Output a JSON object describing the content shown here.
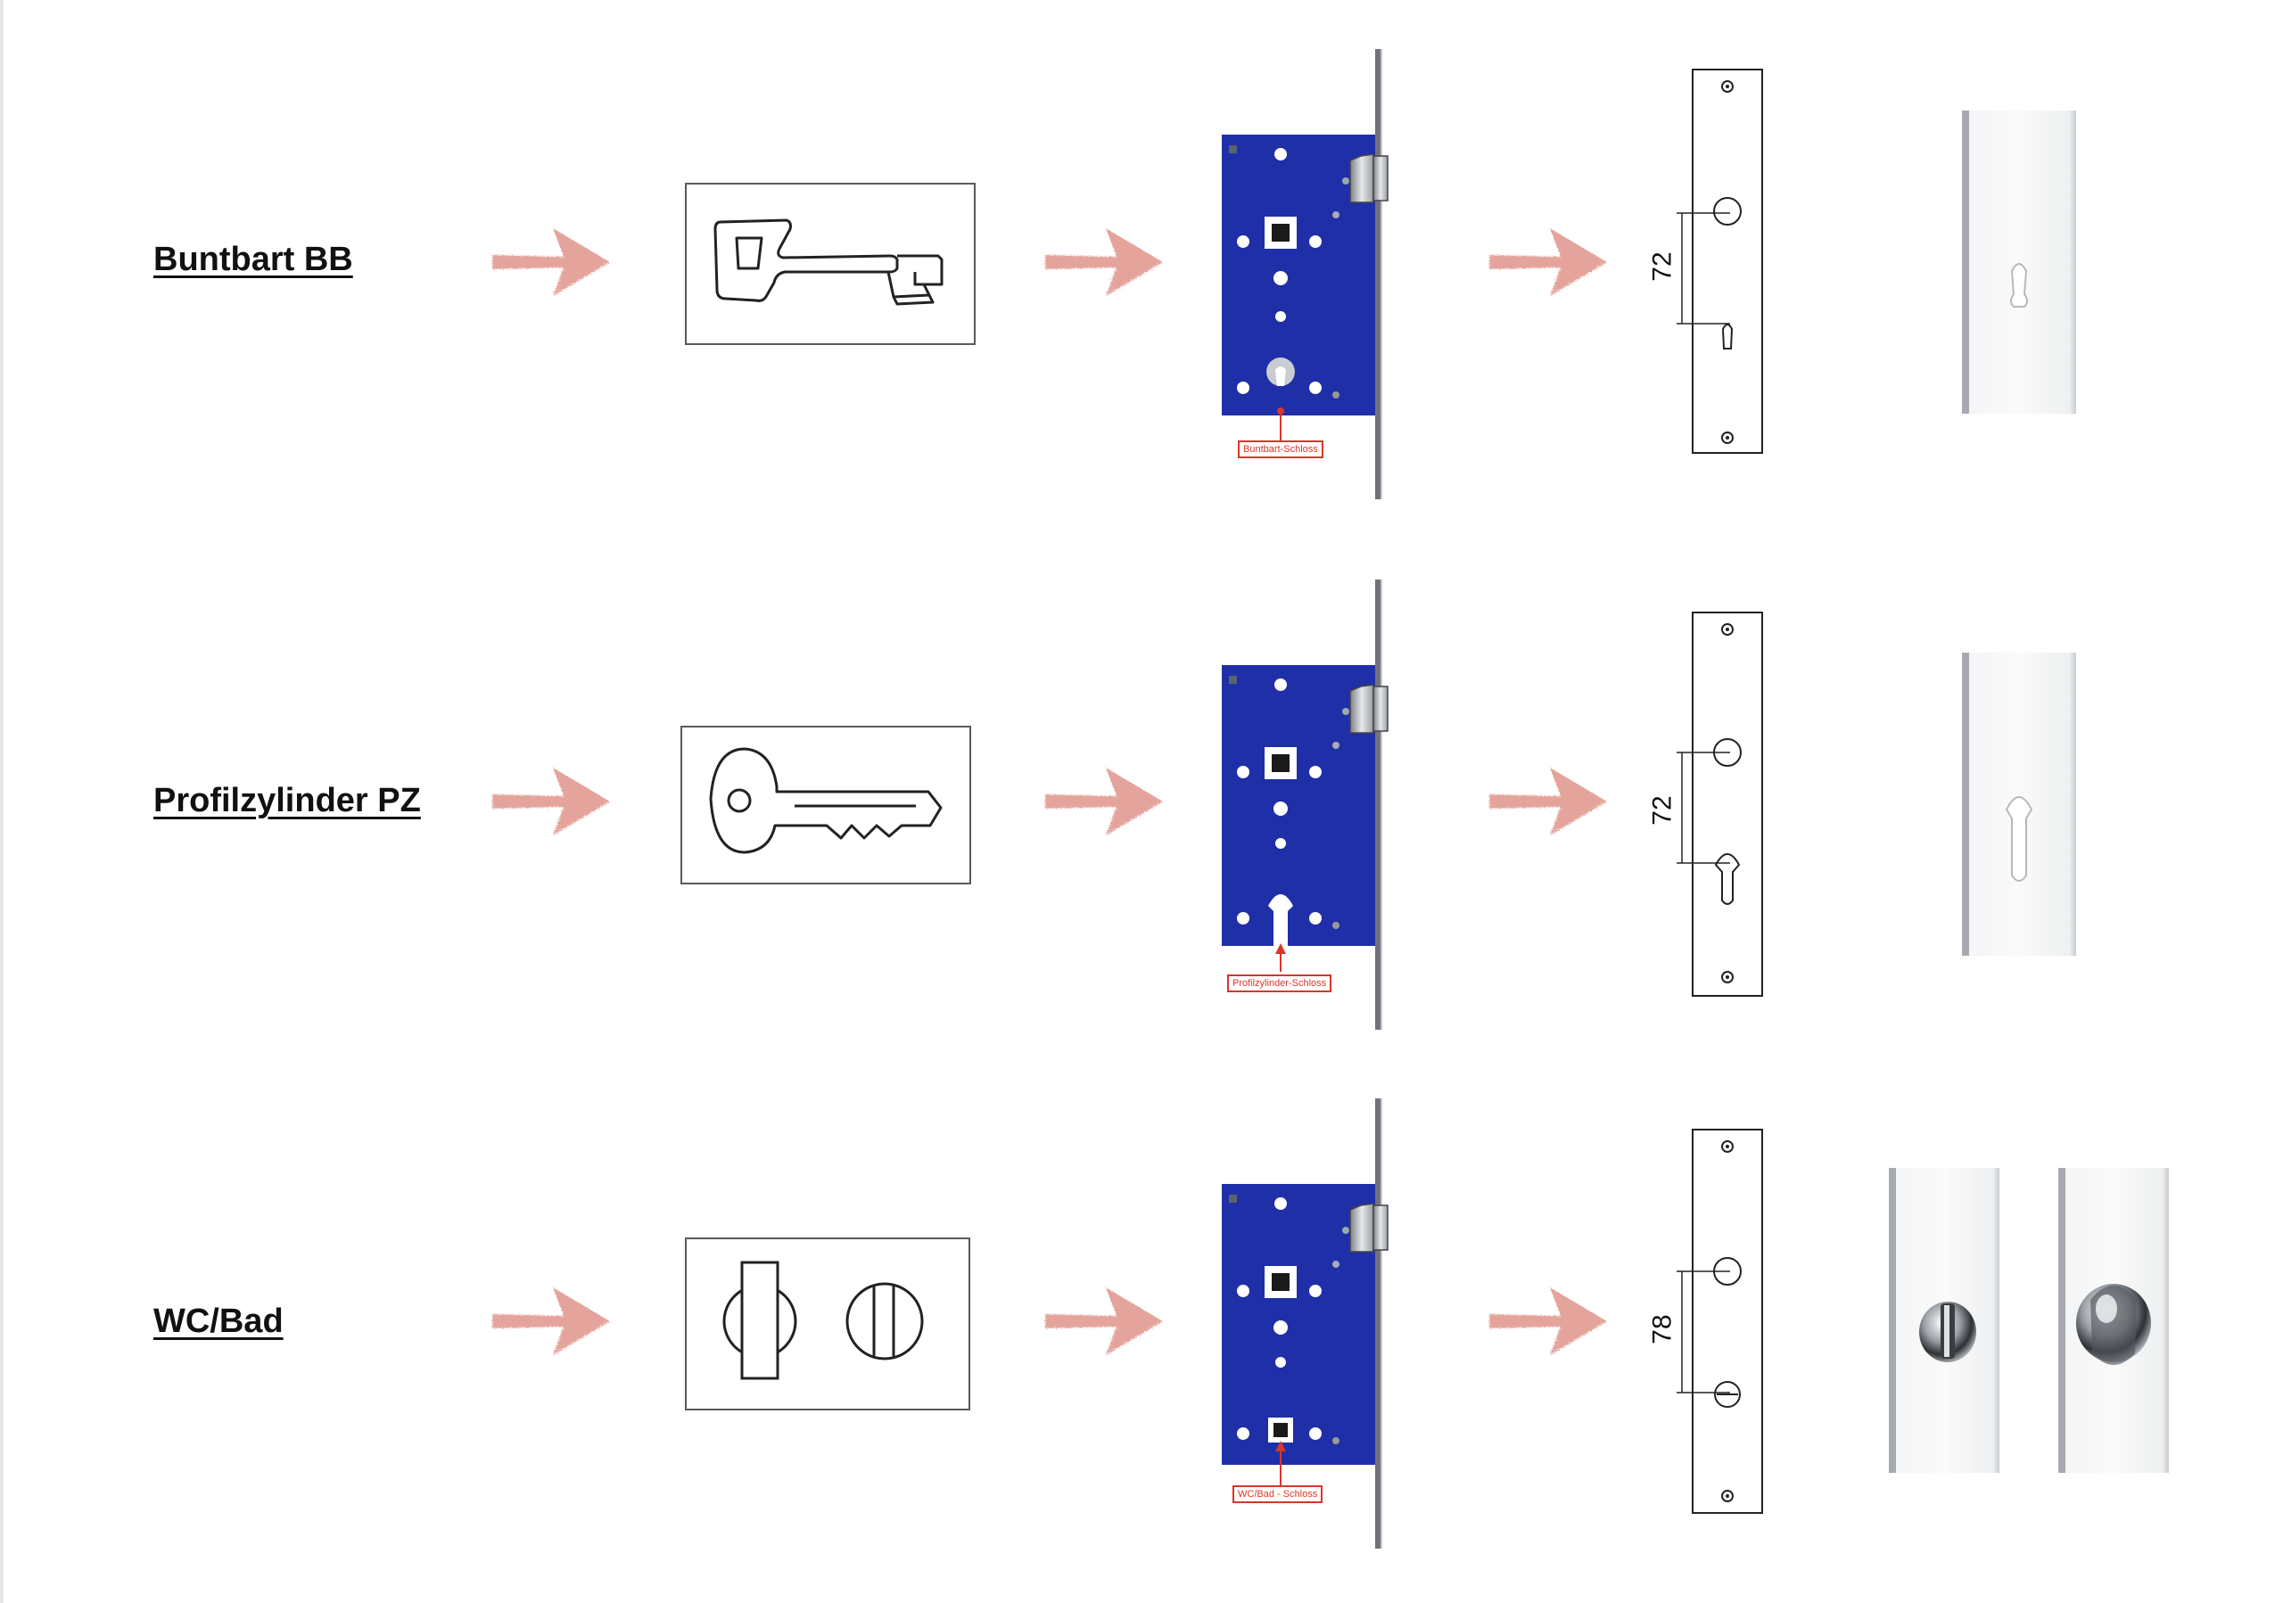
{
  "rows": [
    {
      "label": "Buntbart BB",
      "symbol": "bit-key-icon",
      "lock_callout": "Buntbart-Schloss",
      "dimension": "72",
      "keyhole": "bit-keyhole"
    },
    {
      "label": "Profilzylinder PZ",
      "symbol": "cylinder-key-icon",
      "lock_callout": "Profilzylinder-Schloss",
      "dimension": "72",
      "keyhole": "profile-cylinder-hole"
    },
    {
      "label": "WC/Bad",
      "symbol": "wc-turn-icon",
      "lock_callout": "WC/Bad - Schloss",
      "dimension": "78",
      "keyhole": "wc-turn"
    }
  ],
  "colors": {
    "arrow": "#e4a49c",
    "lock_body": "#1f2fa8",
    "callout": "#d9352b",
    "outline": "#5a5a5a"
  }
}
